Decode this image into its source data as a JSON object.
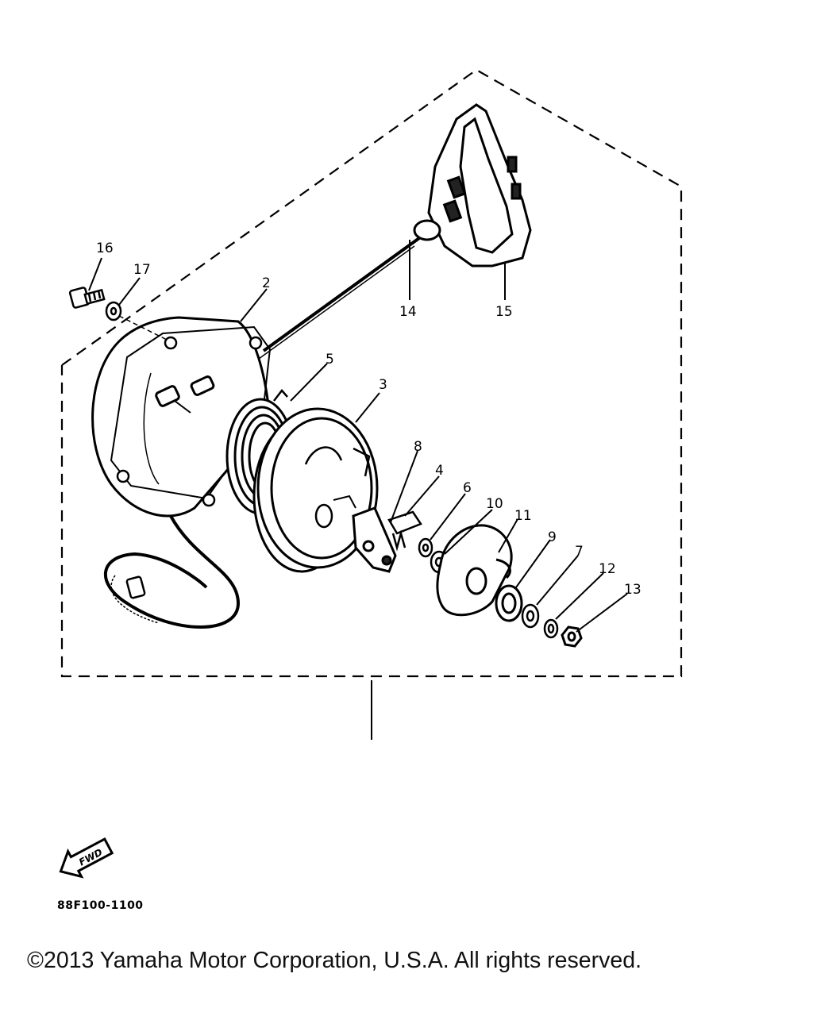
{
  "diagram": {
    "callouts": {
      "c1": "2",
      "c2": "3",
      "c3": "4",
      "c4": "5",
      "c5": "6",
      "c6": "7",
      "c7": "8",
      "c8": "9",
      "c9": "10",
      "c10": "11",
      "c11": "12",
      "c12": "13",
      "c13": "14",
      "c14": "15",
      "c15": "16",
      "c16": "17"
    },
    "fwd_label": "FWD",
    "part_code": "88F100-1100"
  },
  "footer": {
    "copyright": "©2013 Yamaha Motor Corporation, U.S.A. All rights reserved."
  }
}
